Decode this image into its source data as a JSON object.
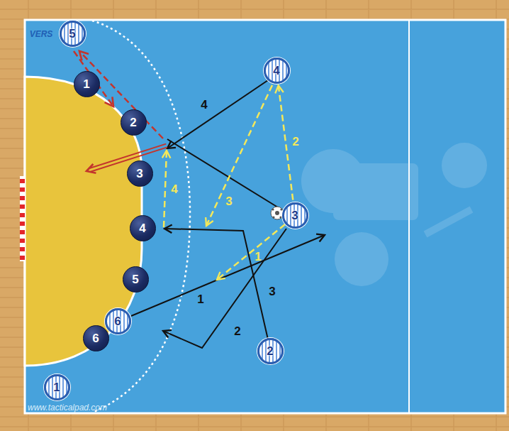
{
  "diagram": {
    "nodes": [
      {
        "text": [
          "5"
        ]
      },
      {
        "text": [
          "1"
        ]
      },
      {
        "text": [
          "4"
        ]
      },
      {
        "text": [
          "2"
        ]
      },
      {
        "text": [
          "3"
        ]
      },
      {
        "text": [
          "3"
        ]
      },
      {
        "text": [
          "4"
        ]
      },
      {
        "text": [
          "5"
        ]
      },
      {
        "text": [
          "6"
        ]
      },
      {
        "text": [
          "2"
        ]
      },
      {
        "text": [
          "6"
        ]
      },
      {
        "text": [
          "1"
        ]
      }
    ],
    "edges": [
      {
        "from": 5,
        "to": 2,
        "arrow": "to",
        "label": "2"
      }
    ],
    "labels": [
      "VERS",
      "www.tacticalpad.com",
      "1",
      "2",
      "3",
      "4",
      "1",
      "3",
      "4"
    ]
  }
}
